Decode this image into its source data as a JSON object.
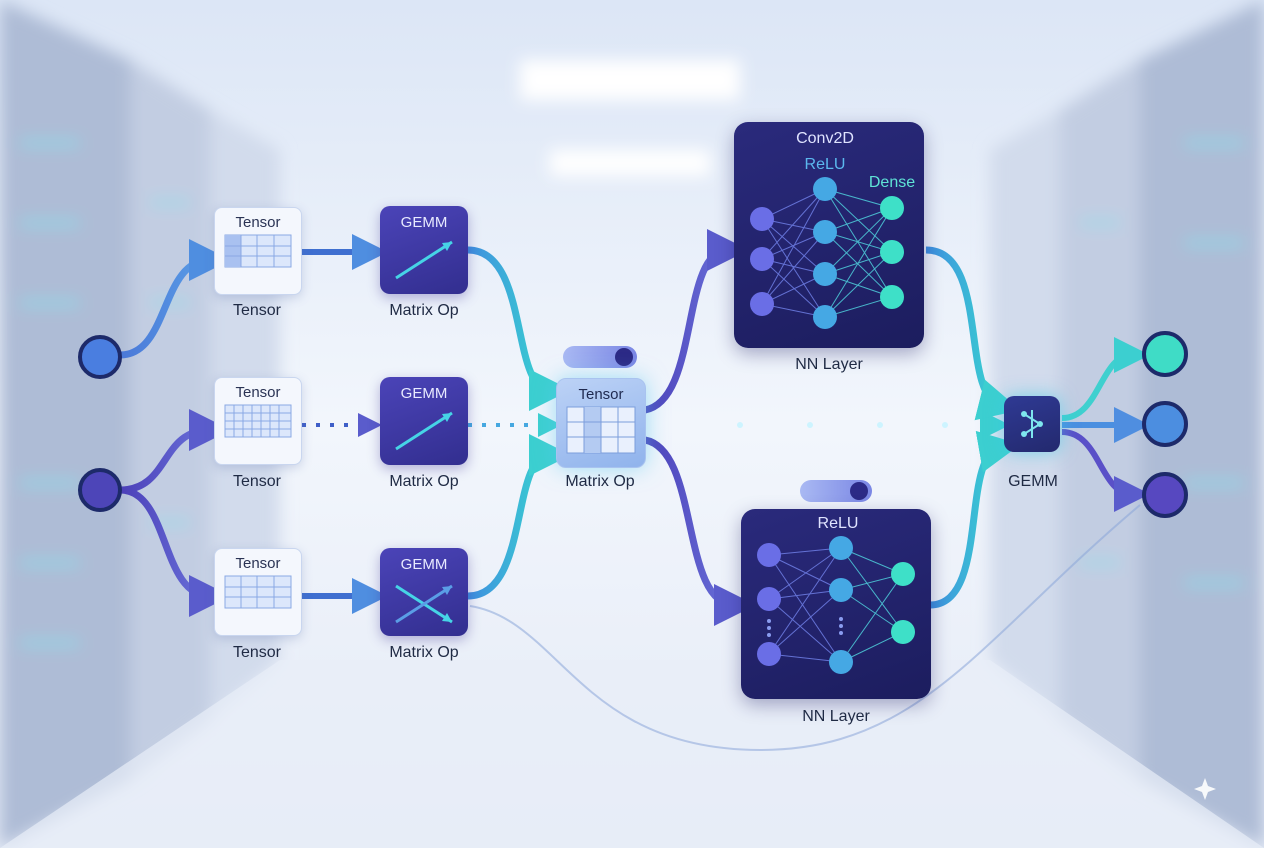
{
  "inputs": [
    "Tensor",
    "Tensor",
    "Tensor"
  ],
  "tensor_card_title": "Tensor",
  "gemm_card_title": "GEMM",
  "matrix_op_label": "Matrix Op",
  "center": {
    "title": "Tensor",
    "label": "Matrix Op"
  },
  "nn_top": {
    "labels": [
      "Conv2D",
      "ReLU",
      "Dense"
    ],
    "caption": "NN Layer"
  },
  "nn_bottom": {
    "label": "ReLU",
    "caption": "NN Layer"
  },
  "output_gemm_label": "GEMM",
  "colors": {
    "indigo": "#3b36a8",
    "cyan": "#36d6d0",
    "blue": "#4f86e0",
    "violet": "#5b4ec8",
    "node_border": "#1d2a6a"
  },
  "icons": [
    "input-node",
    "output-node",
    "tensor-grid-icon",
    "gemm-arrow-icon",
    "gemm-cross-icon",
    "network-icon",
    "sparkle-icon"
  ]
}
